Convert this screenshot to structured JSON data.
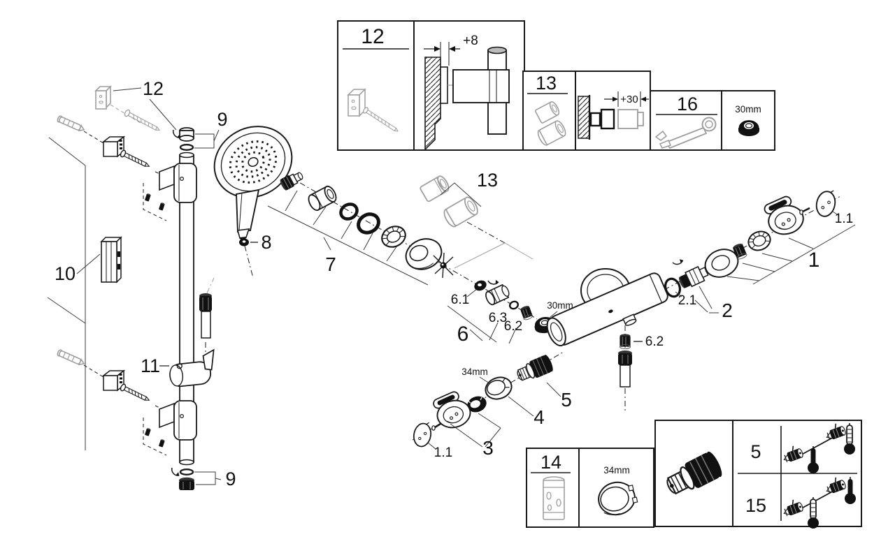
{
  "insets": {
    "wall_bracket_box": {
      "number": "12",
      "offset": "+8"
    },
    "extension_box": {
      "number": "13",
      "offset": "+30"
    },
    "tool_box": {
      "number": "16",
      "nut_size": "30mm"
    },
    "sleeve_box": {
      "number": "14",
      "ring_size": "34mm"
    },
    "orientation_box": {
      "top_row": "5",
      "bottom_row": "15"
    }
  },
  "callouts": {
    "wall_bracket": "12",
    "rail_cap_top": "9",
    "rail_cap_bottom": "9",
    "glide_insert": "10",
    "shower_holder": "11",
    "handshower_washer": "8",
    "shower_union": "7",
    "extension_set": "13",
    "inlet_group": "6",
    "inlet_seal": "6.1",
    "inlet_sleeve": "6.2",
    "inlet_cone": "6.3",
    "inlet_nut_size": "30mm",
    "outlet_sleeve": "6.2",
    "cartridge_oring": "2.1",
    "thermo_cartridge": "2",
    "temp_handle_group": "1",
    "handle_cap_right": "1.1",
    "handle_cap_left": "1.1",
    "volume_handle_group": "3",
    "volume_ring": "4",
    "volume_ring_size": "34mm",
    "check_valve": "5"
  },
  "colors": {
    "line": "#1a1a1a",
    "spare_part_gray": "#9e9e9e",
    "background": "#ffffff"
  }
}
